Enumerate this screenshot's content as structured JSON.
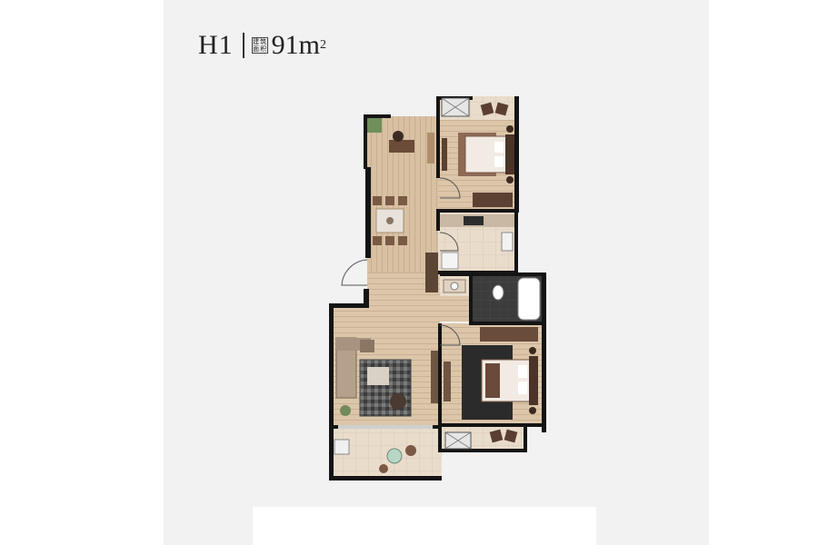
{
  "plan": {
    "unit_code": "H1",
    "area_tag": [
      "建",
      "筑",
      "面",
      "积"
    ],
    "area_value": "91",
    "area_unit": "m",
    "area_exponent": "2"
  },
  "colors": {
    "panel": "#f2f2f2",
    "wall": "#141414",
    "wood_floor": "#d7bfa2",
    "tile_floor": "#e7d9c8",
    "dark_bath": "#3a3a3a",
    "rug_dark": "#2b2b2b",
    "furniture": "#7a5a45"
  }
}
